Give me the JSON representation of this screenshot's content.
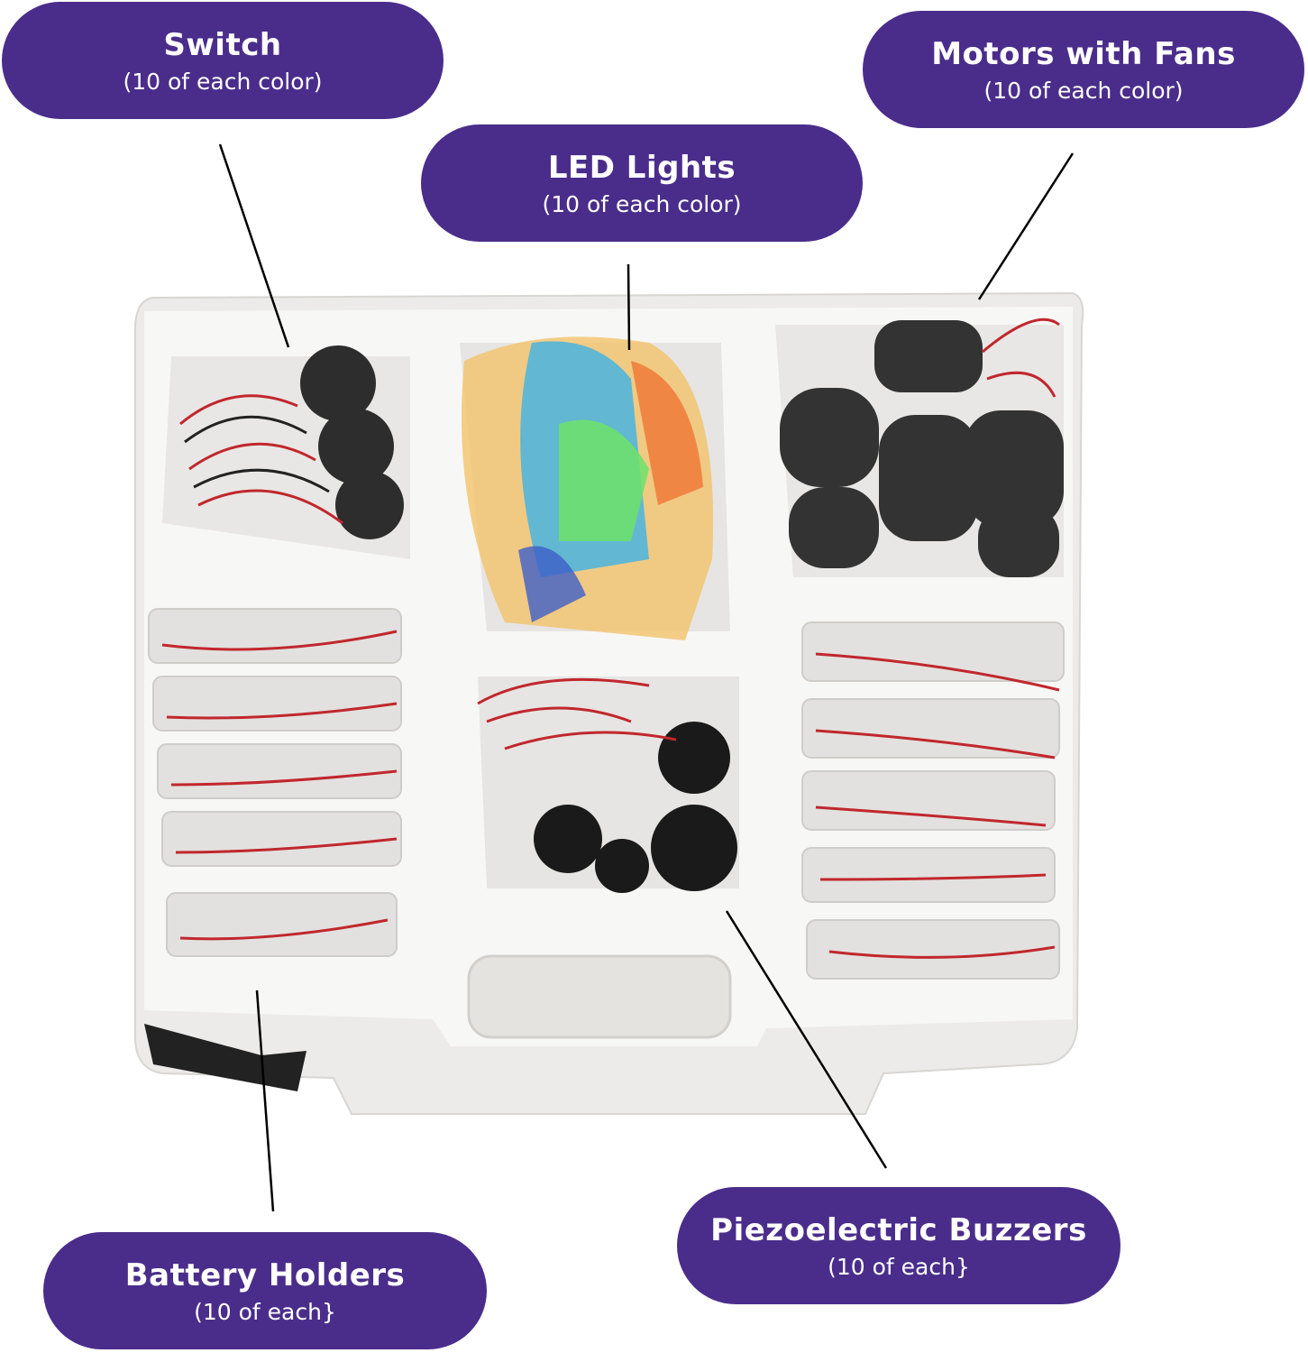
{
  "labels": {
    "switch": {
      "title": "Switch",
      "subtitle": "(10 of each color)"
    },
    "led": {
      "title": "LED Lights",
      "subtitle": "(10 of each color)"
    },
    "motors": {
      "title": "Motors with Fans",
      "subtitle": "(10 of each color)"
    },
    "battery": {
      "title": "Battery Holders",
      "subtitle": "(10 of each}"
    },
    "piezo": {
      "title": "Piezoelectric Buzzers",
      "subtitle": "(10 of each}"
    }
  },
  "colors": {
    "label_bg": "#4a2d8b",
    "label_text": "#ffffff"
  }
}
